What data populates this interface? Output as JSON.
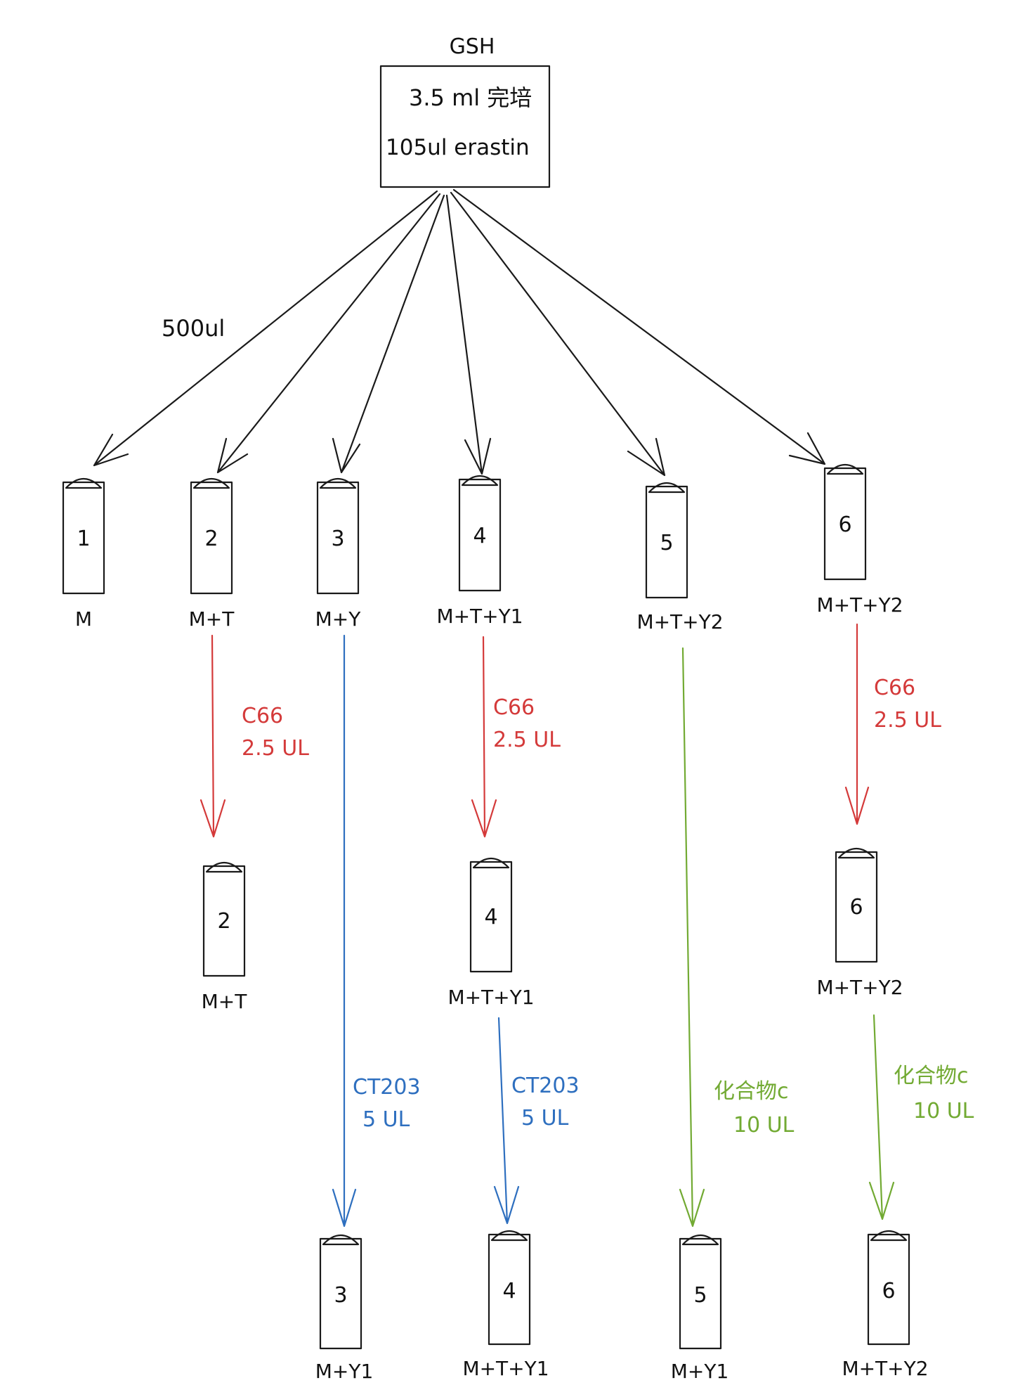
{
  "source": {
    "title": "GSH",
    "line1": "3.5 ml 完培",
    "line2": "105ul erastin"
  },
  "volume_label": "500ul",
  "tubes": {
    "row1": [
      {
        "number": "1",
        "label": "M"
      },
      {
        "number": "2",
        "label": "M+T"
      },
      {
        "number": "3",
        "label": "M+Y"
      },
      {
        "number": "4",
        "label": "M+T+Y1"
      },
      {
        "number": "5",
        "label": "M+T+Y2"
      },
      {
        "number": "6",
        "label": "M+T+Y2"
      }
    ],
    "row2": [
      {
        "number": "2",
        "label": "M+T"
      },
      {
        "number": "4",
        "label": "M+T+Y1"
      },
      {
        "number": "6",
        "label": "M+T+Y2"
      }
    ],
    "row3": [
      {
        "number": "3",
        "label": "M+Y1"
      },
      {
        "number": "4",
        "label": "M+T+Y1"
      },
      {
        "number": "5",
        "label": "M+Y1"
      },
      {
        "number": "6",
        "label": "M+T+Y2"
      }
    ]
  },
  "additions": {
    "c66_a": {
      "name": "C66",
      "amount": "2.5 UL"
    },
    "c66_b": {
      "name": "C66",
      "amount": "2.5 UL"
    },
    "c66_c": {
      "name": "C66",
      "amount": "2.5 UL"
    },
    "ct203_a": {
      "name": "CT203",
      "amount": "5 UL"
    },
    "ct203_b": {
      "name": "CT203",
      "amount": "5 UL"
    },
    "compc_a": {
      "name": "化合物c",
      "amount": "10 UL"
    },
    "compc_b": {
      "name": "化合物c",
      "amount": "10 UL"
    }
  },
  "colors": {
    "ink": "#1a1a1a",
    "c66": "#d43a3a",
    "ct203": "#2e6fbf",
    "compound_c": "#72aa33"
  }
}
